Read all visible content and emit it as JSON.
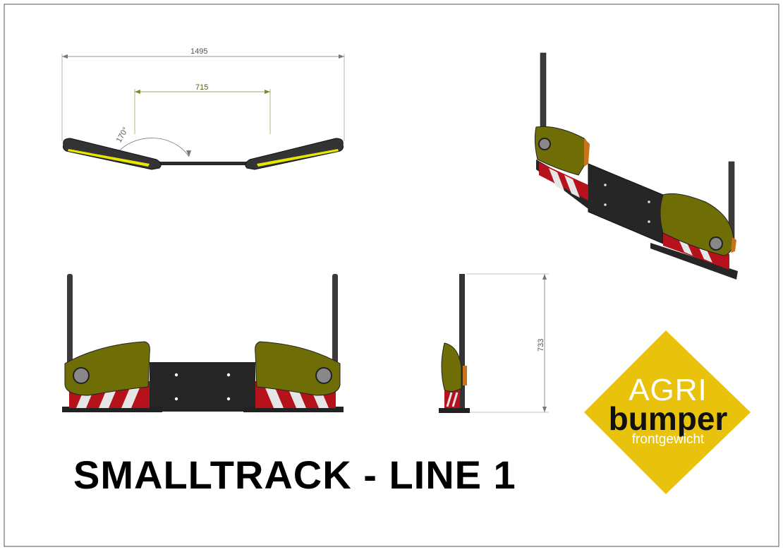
{
  "title": "SMALLTRACK - LINE 1",
  "dimensions": {
    "overall_width": "1495",
    "inner_width": "715",
    "angle": "170°",
    "height": "733"
  },
  "logo": {
    "line1": "AGRI",
    "line2": "bumper",
    "line3": "frontgewicht",
    "colors": {
      "diamond": "#e9c20c",
      "text_dark": "#111111",
      "text_light": "#ffffff"
    }
  },
  "colors": {
    "body_olive": "#6e6d06",
    "plate_dark": "#2a2a2a",
    "stripe_red": "#b5121b",
    "stripe_white": "#e6e6e6",
    "reflector_yellow": "#e6e600",
    "dim_line": "#777777",
    "dim_green": "#7a8a2a"
  }
}
